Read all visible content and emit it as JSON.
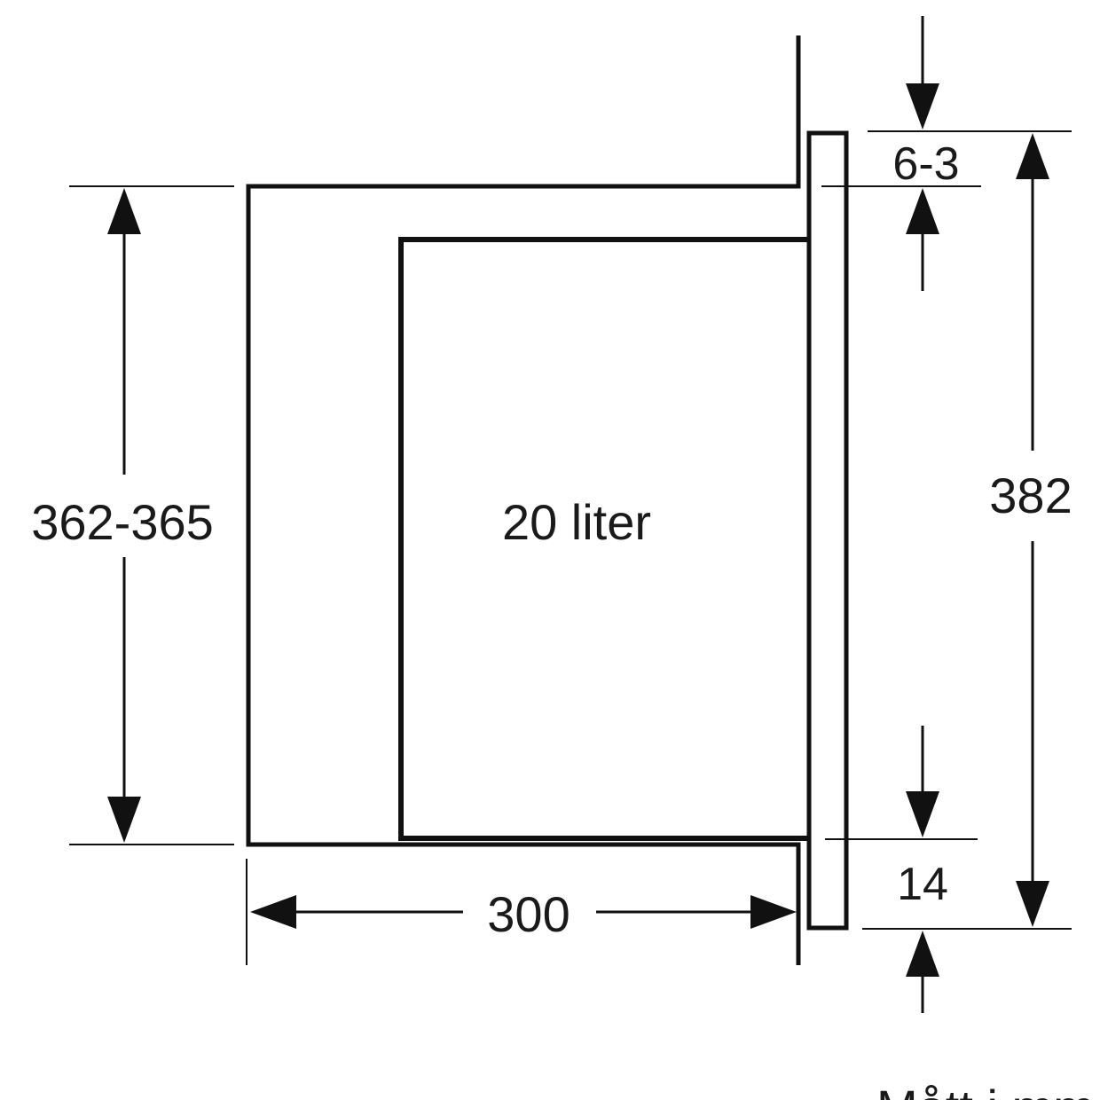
{
  "diagram": {
    "labels": {
      "niche_height": "362-365",
      "volume": "20 liter",
      "depth": "300",
      "top_gap": "6-3",
      "front_height": "382",
      "bottom_gap": "14",
      "units_note": "Mått i mm"
    },
    "colors": {
      "line": "#111111",
      "text": "#1a1a1a",
      "background": "#ffffff"
    }
  }
}
